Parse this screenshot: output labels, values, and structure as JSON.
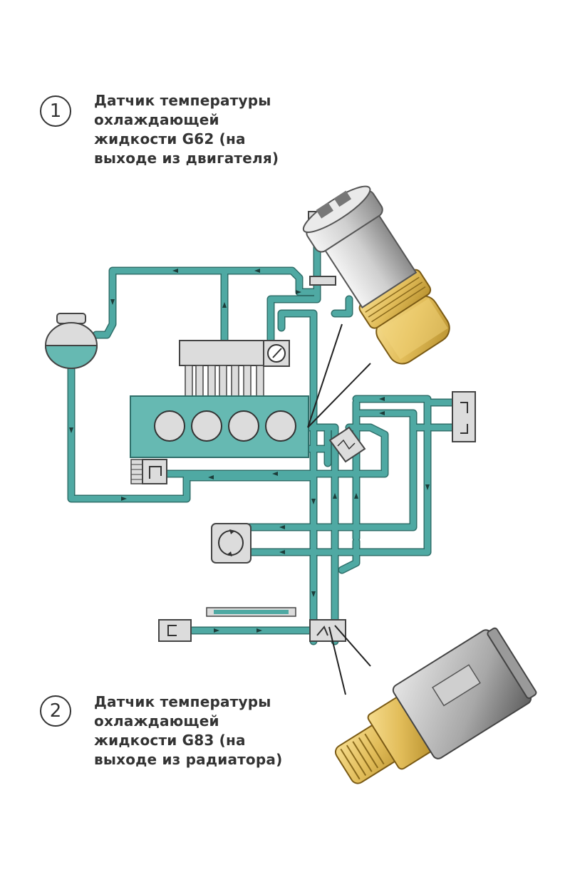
{
  "callouts": [
    {
      "number": "1",
      "lines": [
        "Датчик температуры",
        "охлаждающей",
        "жидкости G62 (на",
        "выходе из двигателя)"
      ]
    },
    {
      "number": "2",
      "lines": [
        "Датчик температуры",
        "охлаждающей",
        "жидкости G83 (на",
        "выходе из радиатора)"
      ]
    }
  ],
  "colors": {
    "coolant_pipe": "#4fa9a3",
    "pipe_outline": "#2f6f6a",
    "engine_block": "#66b9b2",
    "brass": "#e8c66a",
    "sensor_body": "#d9d9d9",
    "component_gray": "#dcdcdc"
  }
}
